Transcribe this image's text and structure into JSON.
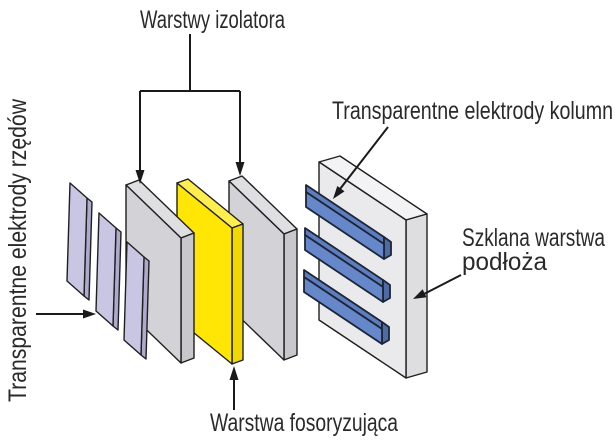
{
  "diagram": {
    "labels": {
      "insulator_layers": "Warstwy izolatora",
      "column_electrodes": "Transparentne elektrody kolumn",
      "row_electrodes": "Transparentne elektrody rzędów",
      "glass_substrate_line1": "Szklana warstwa",
      "glass_substrate_line2": "podłoża",
      "phosphor_layer": "Warstwa fosoryzująca"
    },
    "colors": {
      "row_electrode": {
        "main": "#c9c6e3",
        "side": "#aeaace"
      },
      "insulator": {
        "main": "#d3d3d7",
        "top": "#dfdfe2",
        "side": "#c7c7cc"
      },
      "phosphor": {
        "main": "#ffe605",
        "top": "#ffee4d",
        "side": "#f0d800"
      },
      "column_electrode": {
        "main": "#6687c9",
        "top": "#5d7dbe",
        "side": "#4f6ba3"
      },
      "glass": {
        "main": "#eaeaec",
        "top": "#f3f3f5",
        "side": "#dedee1"
      },
      "outline": "#1f1f1f",
      "bar_outline": "#1c2536",
      "annotation": "#1a1a1a",
      "text": "#2a2a2a",
      "background": "#ffffff"
    }
  }
}
